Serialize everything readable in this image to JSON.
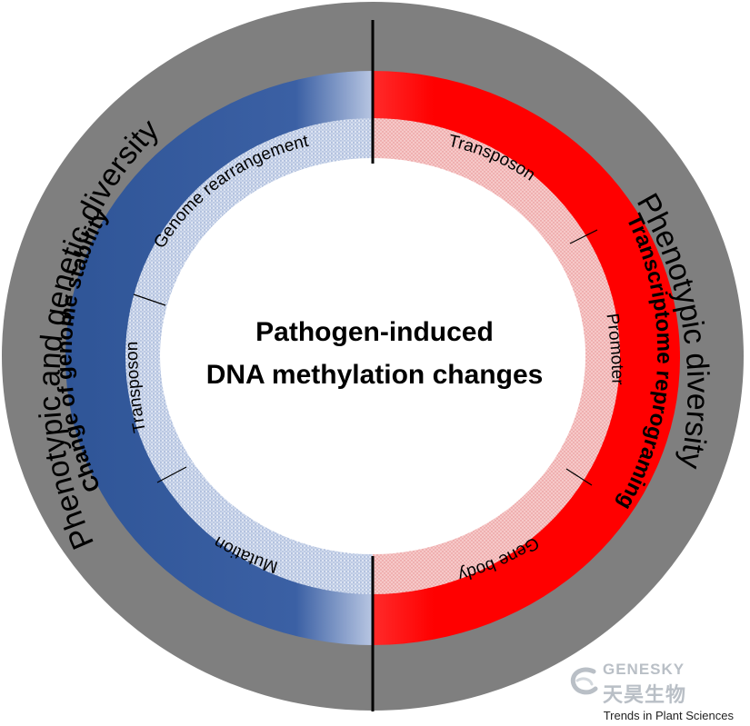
{
  "title": {
    "line1": "Pathogen-induced",
    "line2": "DNA methylation changes"
  },
  "outer_ring": {
    "left_label": "Phenotypic and genetic diversity",
    "right_label": "Phenotypic diversity",
    "color": "#7f7f7f"
  },
  "left_half": {
    "category": "Change of genome stability",
    "color": "#2f5597",
    "light_color": "#c9d4ea",
    "segments": [
      "Genome rearrangement",
      "Transposon",
      "Mutation"
    ]
  },
  "right_half": {
    "category": "Transcriptome reprograming",
    "color": "#ff0000",
    "light_color": "#f6c6c6",
    "segments": [
      "Transposon",
      "Promoter",
      "Gene body"
    ]
  },
  "watermark": {
    "brand": "GENESKY",
    "brand_cn": "天昊生物",
    "credit": "Trends in Plant Sciences"
  }
}
